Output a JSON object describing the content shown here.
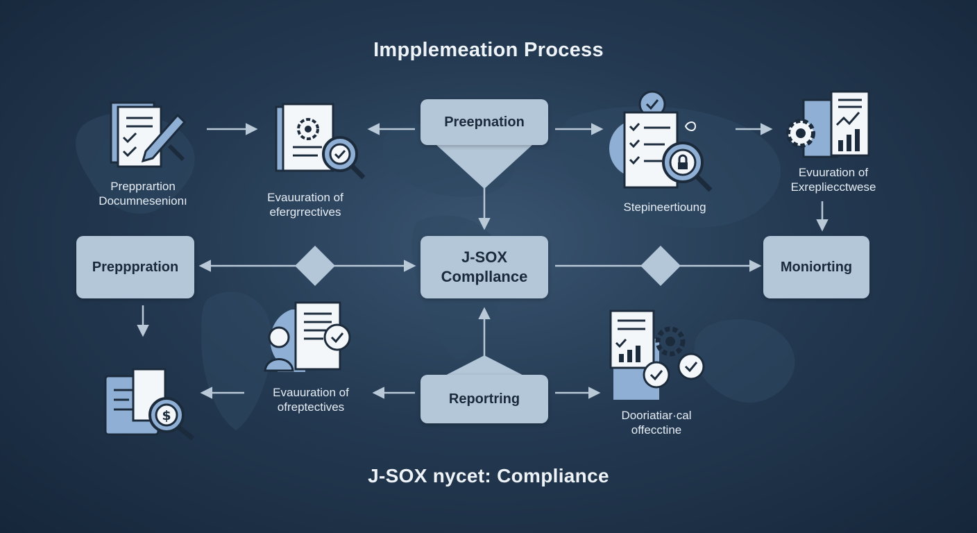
{
  "title": "Impplemeation Process",
  "footer": "J-SOX nycet: Compliance",
  "boxes": {
    "top_center": "Preepnation",
    "left": "Prepppration",
    "center_line1": "J-SOX",
    "center_line2": "Compllance",
    "right": "Moniorting",
    "bottom_center": "Reportring"
  },
  "labels": {
    "top_left_1": "Prepprartion",
    "top_left_2": "Documnesenionı",
    "top_mid_1": "Evauuration of",
    "top_mid_2": "efergrrectives",
    "top_right": "Stepineertioung",
    "far_right_1": "Evuuration of",
    "far_right_2": "Exrepliecctwese",
    "bottom_mid_1": "Evauuration of",
    "bottom_mid_2": "ofreptectives",
    "bottom_right_1": "Dooriatiar·cal",
    "bottom_right_2": "offecctine"
  },
  "icons": [
    "checklist-pen-icon",
    "gear-document-magnifier-icon",
    "checklist-lock-magnifier-icon",
    "gear-report-chart-icon",
    "user-document-check-icon",
    "dollar-document-magnifier-icon",
    "report-gear-checks-icon"
  ],
  "colors": {
    "background": "#1f344a",
    "box": "#b4c7d9",
    "icon_blue": "#8fb0d4",
    "icon_dark": "#1c2b3c",
    "connector": "#b9c9d8"
  }
}
